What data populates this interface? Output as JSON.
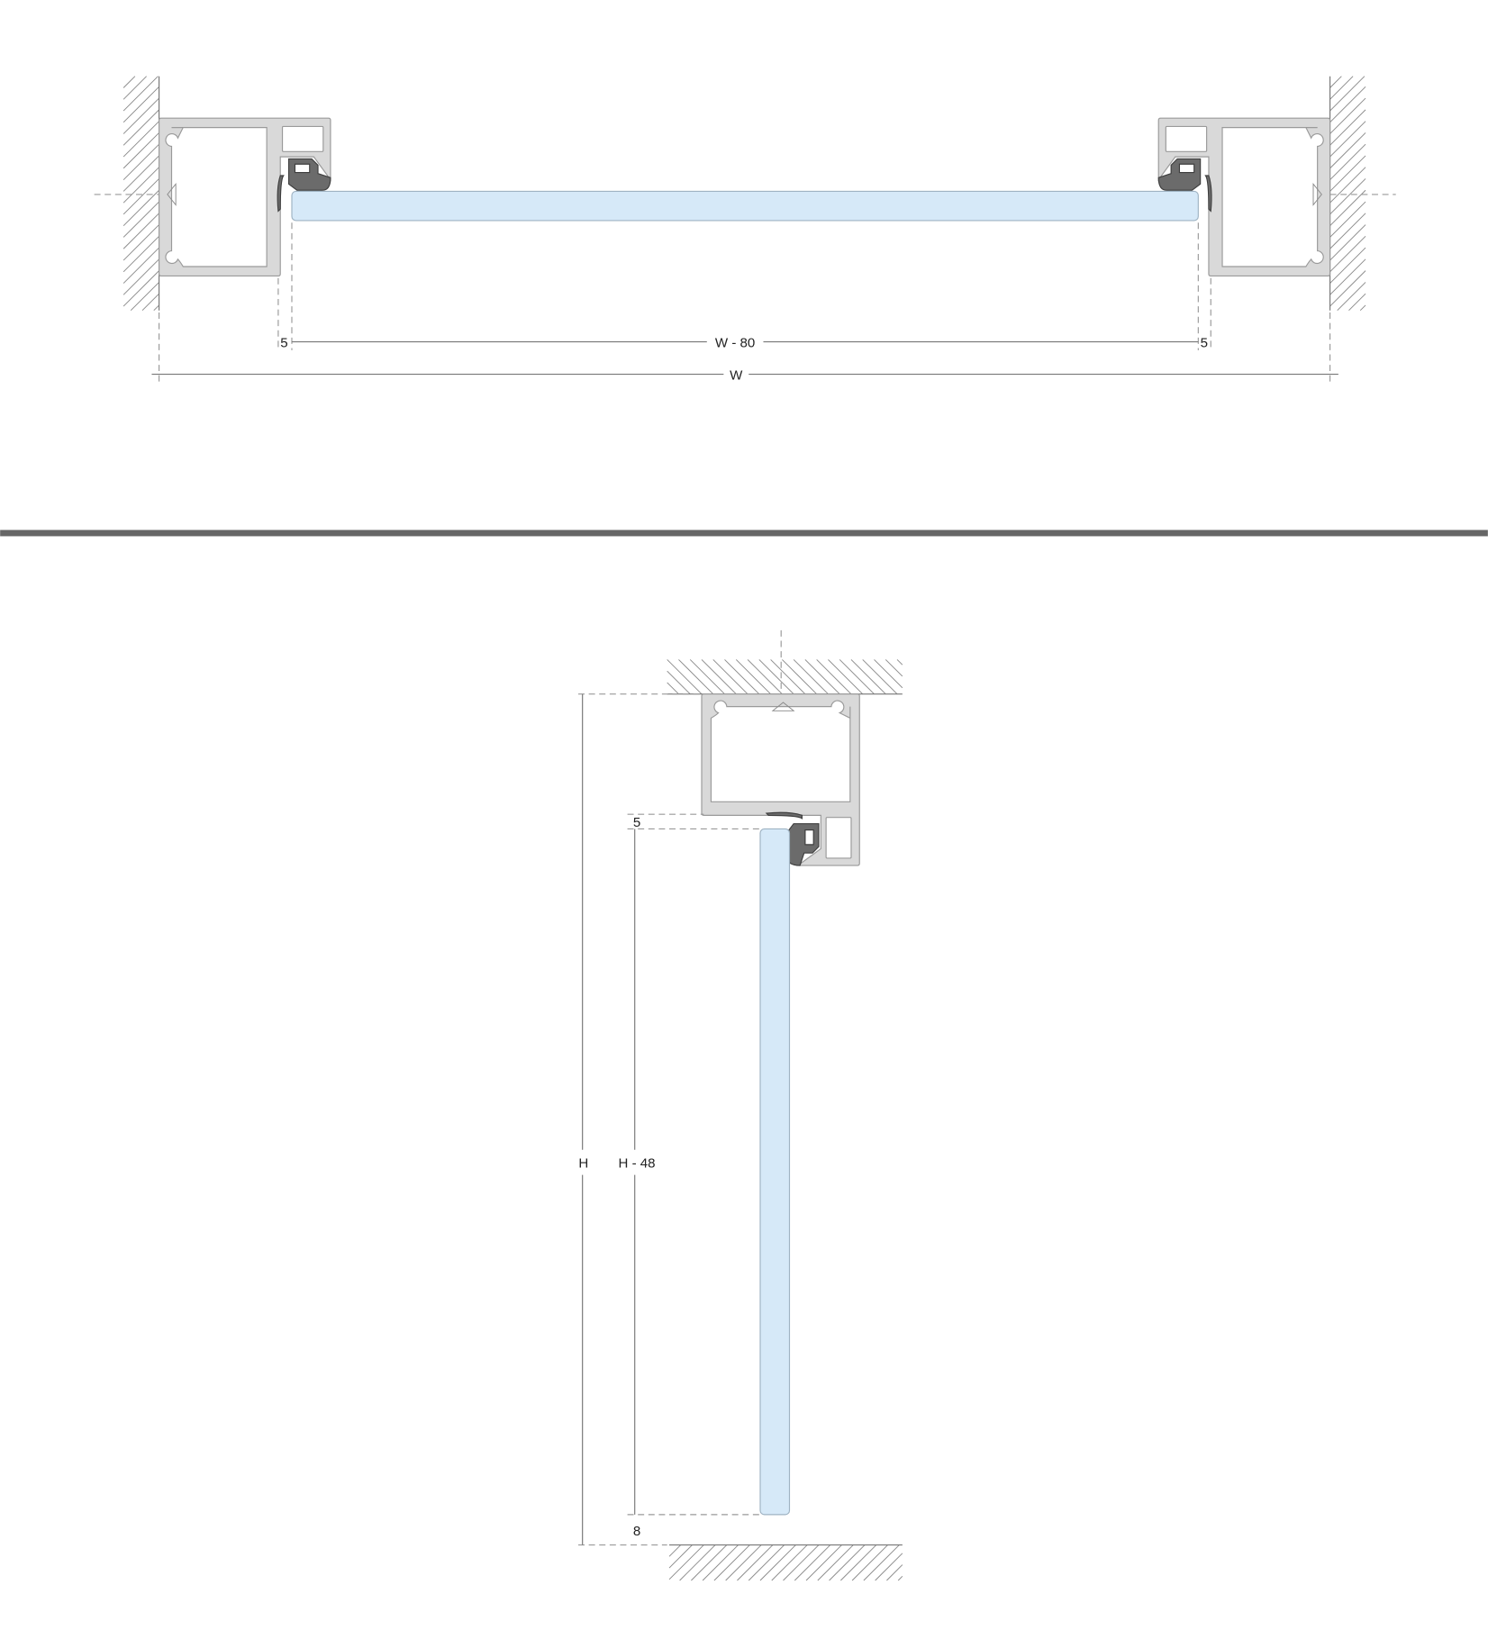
{
  "plan_view": {
    "dimensions": {
      "left_gap": "5",
      "glass_width": "W - 80",
      "right_gap": "5",
      "overall_width": "W"
    }
  },
  "section_view": {
    "dimensions": {
      "overall_height": "H",
      "glass_height": "H - 48",
      "top_gap": "5",
      "bottom_gap": "8"
    }
  },
  "colors": {
    "glass": "#d6e9f8",
    "profile": "#d9d9d9",
    "seal": "#6b6b6b",
    "divider": "#666666"
  }
}
